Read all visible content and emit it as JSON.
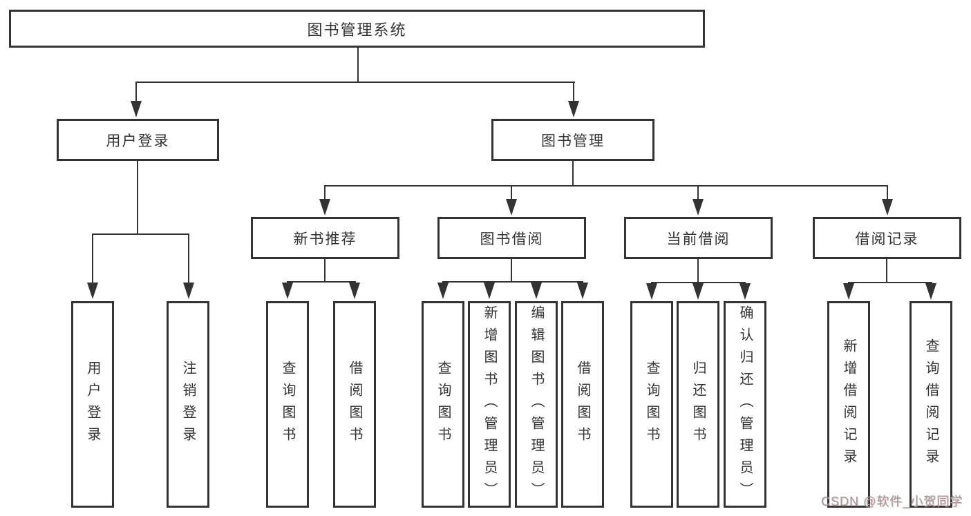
{
  "tree": {
    "label": "图书管理系统",
    "children": [
      {
        "label": "用户登录",
        "children": [
          {
            "label": "用户登录"
          },
          {
            "label": "注销登录"
          }
        ]
      },
      {
        "label": "图书管理",
        "children": [
          {
            "label": "新书推荐",
            "children": [
              {
                "label": "查询图书"
              },
              {
                "label": "借阅图书"
              }
            ]
          },
          {
            "label": "图书借阅",
            "children": [
              {
                "label": "查询图书"
              },
              {
                "label": "新增图书（管理员）"
              },
              {
                "label": "编辑图书（管理员）"
              },
              {
                "label": "借阅图书"
              }
            ]
          },
          {
            "label": "当前借阅",
            "children": [
              {
                "label": "查询图书"
              },
              {
                "label": "归还图书"
              },
              {
                "label": "确认归还（管理员）"
              }
            ]
          },
          {
            "label": "借阅记录",
            "children": [
              {
                "label": "新增借阅记录"
              },
              {
                "label": "查询借阅记录"
              }
            ]
          }
        ]
      }
    ]
  },
  "watermark": {
    "text": "CSDN @软件_小贺同学"
  },
  "colors": {
    "line": "#333333",
    "box_border": "#333333",
    "text": "#333333",
    "background": "#ffffff",
    "watermark": "#9c9c9c",
    "watermark_accent": "#d67a7a"
  }
}
